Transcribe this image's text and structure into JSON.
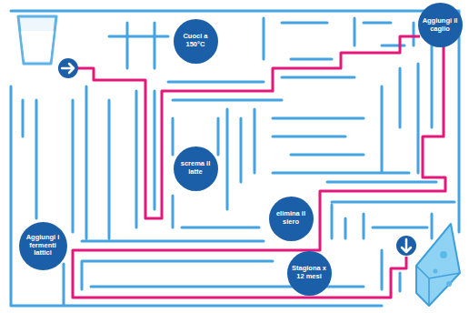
{
  "diagram": {
    "nodes": [
      {
        "text": [
          "Aggiungi il caglio"
        ]
      },
      {
        "text": [
          "Cuoci a 150°C"
        ]
      },
      {
        "text": [
          "screma il latte"
        ]
      },
      {
        "text": [
          "elimina il siero"
        ]
      },
      {
        "text": [
          "Aggiungi i fermenti lattici"
        ]
      },
      {
        "text": [
          "Stagiona x 12 mesi"
        ]
      }
    ]
  }
}
